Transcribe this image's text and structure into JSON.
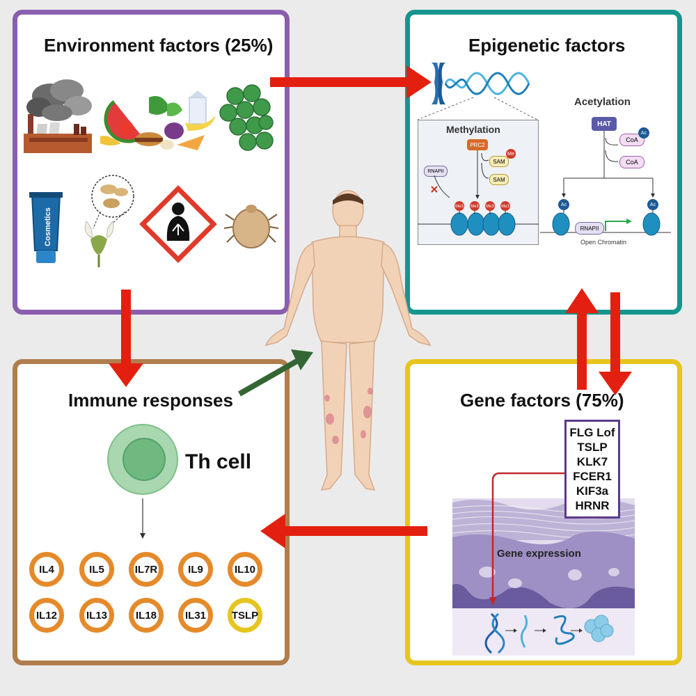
{
  "panels": {
    "environment": {
      "title": "Environment factors (25%)",
      "cosmetics_label": "Cosmetics"
    },
    "epigenetic": {
      "title": "Epigenetic factors",
      "methylation_title": "Methylation",
      "prc2": "PRC2",
      "sam": "SAM",
      "me": "Me",
      "me3": "Me3",
      "rnapii": "RNAPII",
      "acetylation_title": "Acetylation",
      "hat": "HAT",
      "coa": "CoA",
      "ac": "Ac",
      "open_chromatin": "Open Chromatin"
    },
    "immune": {
      "title": "Immune responses",
      "th_cell": "Th cell",
      "cytokines": [
        "IL4",
        "IL5",
        "IL7R",
        "IL9",
        "IL10",
        "IL12",
        "IL13",
        "IL18",
        "IL31",
        "TSLP"
      ]
    },
    "gene": {
      "title": "Gene factors (75%)",
      "genes": [
        "FLG Lof",
        "TSLP",
        "KLK7",
        "FCER1",
        "KIF3a",
        "HRNR"
      ],
      "gene_expression": "Gene expression"
    }
  },
  "colors": {
    "environment_border": "#8a5fae",
    "epigenetic_border": "#14968f",
    "immune_border": "#b07d4d",
    "gene_border": "#e6c51f",
    "arrow_red": "#e3200f",
    "arrow_green": "#336633",
    "cytokine_ring": "#e58a2b",
    "tslp_ring": "#e6c51f"
  },
  "icons": [
    "factory-icon",
    "food-icon",
    "pollen-icon",
    "cosmetics-tube-icon",
    "flower-icon",
    "hazard-icon",
    "dust-mite-icon",
    "chromosome-icon",
    "dna-icon",
    "protein-icon"
  ]
}
